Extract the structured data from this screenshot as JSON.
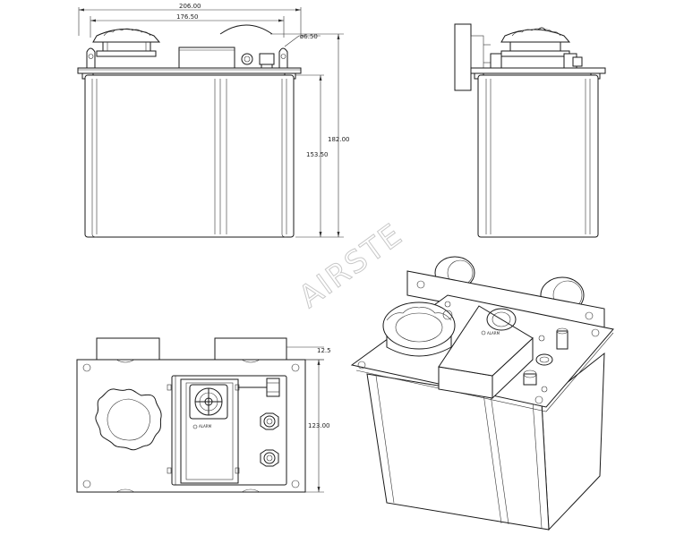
{
  "dimensions": {
    "total_width": "206.00",
    "inner_width": "176.50",
    "hole_diameter": "ø6.50",
    "total_height": "182.00",
    "body_height": "153.50",
    "cap_offset": "12.5",
    "depth": "123.00"
  },
  "labels": {
    "alarm_front": "ALARM",
    "alarm_iso": "ALARM"
  },
  "watermark": "AIRSTE"
}
